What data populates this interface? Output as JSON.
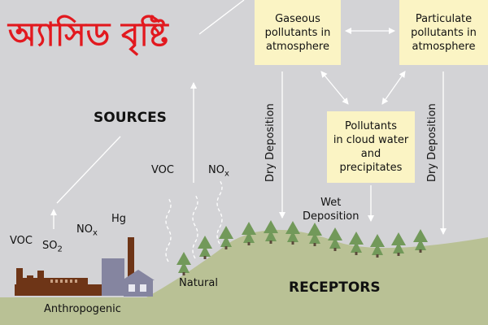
{
  "title": "অ্যাসিড বৃষ্টি",
  "labels": {
    "sources": "SOURCES",
    "receptors": "RECEPTORS",
    "anthropogenic": "Anthropogenic",
    "natural": "Natural",
    "voc_left": "VOC",
    "so2_main": "SO",
    "so2_sub": "2",
    "nox_left_main": "NO",
    "nox_left_sub": "x",
    "hg": "Hg",
    "voc_natural": "VOC",
    "nox_natural_main": "NO",
    "nox_natural_sub": "x",
    "dry_deposition_1": "Dry Deposition",
    "dry_deposition_2": "Dry Deposition",
    "wet_deposition": "Wet\nDeposition"
  },
  "boxes": {
    "gaseous": "Gaseous\npollutants in\natmosphere",
    "particulate": "Particulate\npollutants in\natmosphere",
    "cloud": "Pollutants\nin cloud water\nand\nprecipitates"
  },
  "colors": {
    "background": "#d3d3d6",
    "title": "#e2191f",
    "box_fill": "#fbf4c4",
    "ground": "#b9c195",
    "tree": "#72995a",
    "factory": "#6e3517",
    "house": "#8585a0"
  }
}
